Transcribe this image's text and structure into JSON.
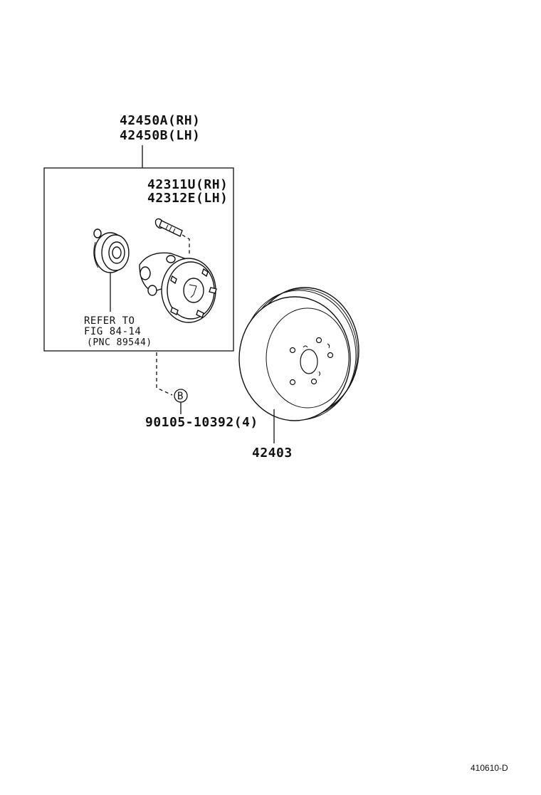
{
  "diagram": {
    "hub_assembly": {
      "part_rh": "42450A(RH)",
      "part_lh": "42450B(LH)"
    },
    "hub_bolt": {
      "part_rh": "42311U(RH)",
      "part_lh": "42312E(LH)"
    },
    "bearing_reference": {
      "line1": "REFER TO",
      "line2": "FIG 84-14",
      "line3": "(PNC 89544)"
    },
    "bolt_callout": {
      "marker": "B",
      "part_number": "90105-10392(4)"
    },
    "brake_drum": {
      "part_number": "42403"
    },
    "diagram_id": "410610-D"
  }
}
